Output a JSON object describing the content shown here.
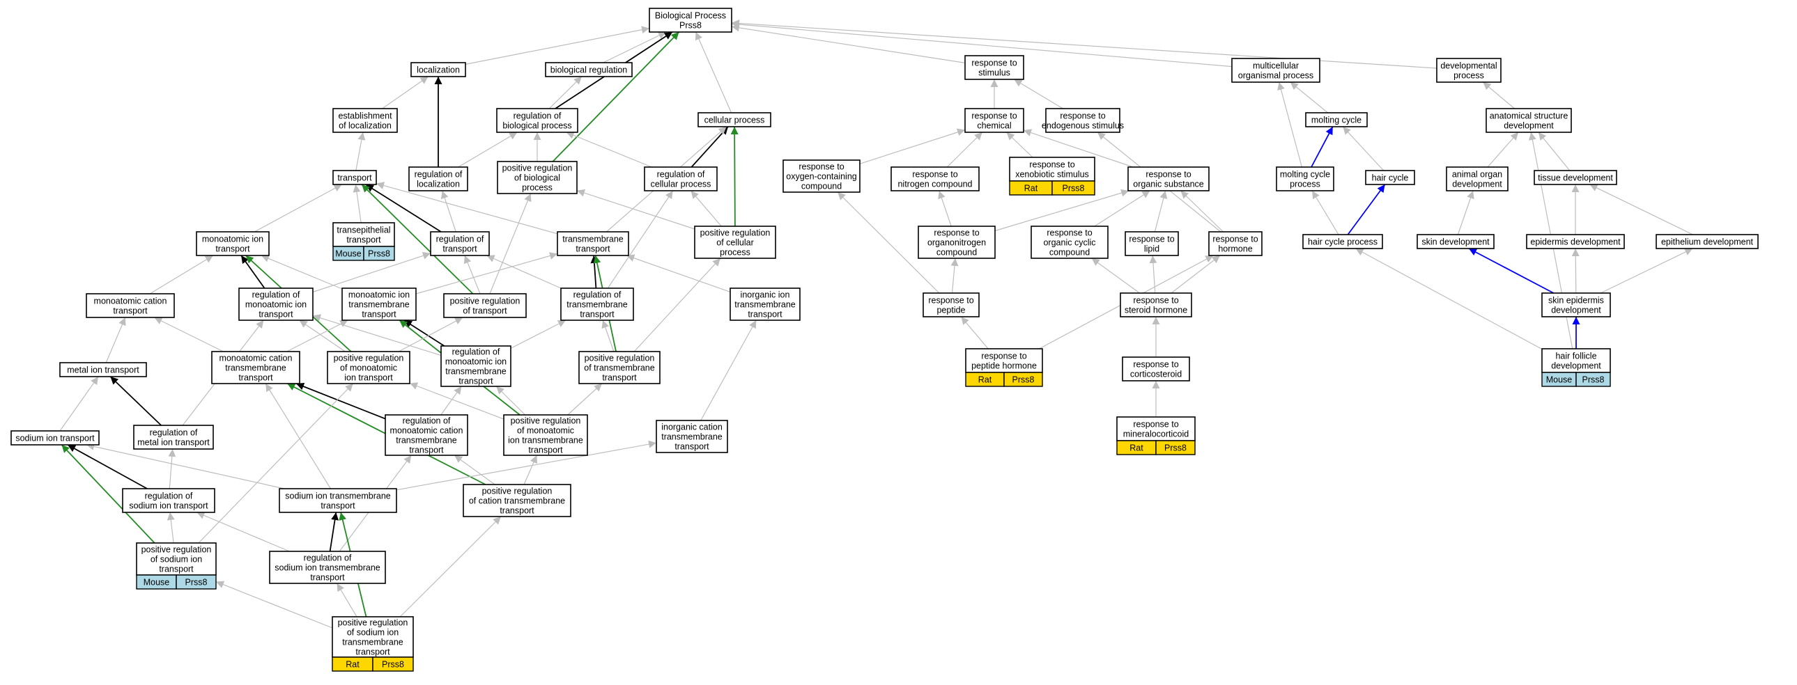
{
  "colors": {
    "edge_default": "#bdbdbd",
    "edge_black": "#000000",
    "edge_green": "#228b22",
    "edge_blue": "#0000ff",
    "badge_mouse": "#add8e6",
    "badge_rat": "#ffd700"
  },
  "nodes": [
    {
      "id": "bp",
      "lines": [
        "Biological Process",
        "Prss8"
      ]
    },
    {
      "id": "loc",
      "lines": [
        "localization"
      ]
    },
    {
      "id": "bioreg",
      "lines": [
        "biological regulation"
      ]
    },
    {
      "id": "est",
      "lines": [
        "establishment",
        "of localization"
      ]
    },
    {
      "id": "regbp",
      "lines": [
        "regulation of",
        "biological process"
      ]
    },
    {
      "id": "cellproc",
      "lines": [
        "cellular process"
      ]
    },
    {
      "id": "regloc",
      "lines": [
        "regulation of",
        "localization"
      ]
    },
    {
      "id": "posregbp",
      "lines": [
        "positive regulation",
        "of biological",
        "process"
      ]
    },
    {
      "id": "regcp",
      "lines": [
        "regulation of",
        "cellular process"
      ]
    },
    {
      "id": "transport",
      "lines": [
        "transport"
      ]
    },
    {
      "id": "transep",
      "lines": [
        "transepithelial",
        "transport"
      ],
      "badges": [
        {
          "species": "Mouse",
          "gene": "Prss8"
        }
      ]
    },
    {
      "id": "regtr",
      "lines": [
        "regulation of",
        "transport"
      ]
    },
    {
      "id": "tmtr",
      "lines": [
        "transmembrane",
        "transport"
      ]
    },
    {
      "id": "posregcp",
      "lines": [
        "positive regulation",
        "of cellular",
        "process"
      ]
    },
    {
      "id": "monoion",
      "lines": [
        "monoatomic ion",
        "transport"
      ]
    },
    {
      "id": "regmonoion",
      "lines": [
        "regulation of",
        "monoatomic ion",
        "transport"
      ]
    },
    {
      "id": "monoiontm",
      "lines": [
        "monoatomic ion",
        "transmembrane",
        "transport"
      ]
    },
    {
      "id": "posregtr",
      "lines": [
        "positive regulation",
        "of transport"
      ]
    },
    {
      "id": "regtmtr",
      "lines": [
        "regulation of",
        "transmembrane",
        "transport"
      ]
    },
    {
      "id": "inorgion",
      "lines": [
        "inorganic ion",
        "transmembrane",
        "transport"
      ]
    },
    {
      "id": "monocat",
      "lines": [
        "monoatomic cation",
        "transport"
      ]
    },
    {
      "id": "metalion",
      "lines": [
        "metal ion transport"
      ]
    },
    {
      "id": "monocattm",
      "lines": [
        "monoatomic cation",
        "transmembrane",
        "transport"
      ]
    },
    {
      "id": "posregmonoion",
      "lines": [
        "positive regulation",
        "of monoatomic",
        "ion transport"
      ]
    },
    {
      "id": "regmonoiontm",
      "lines": [
        "regulation of",
        "monoatomic ion",
        "transmembrane",
        "transport"
      ]
    },
    {
      "id": "posregtmtr",
      "lines": [
        "positive regulation",
        "of transmembrane",
        "transport"
      ]
    },
    {
      "id": "sodium",
      "lines": [
        "sodium ion transport"
      ]
    },
    {
      "id": "regmetal",
      "lines": [
        "regulation of",
        "metal ion transport"
      ]
    },
    {
      "id": "regmonocattm",
      "lines": [
        "regulation of",
        "monoatomic cation",
        "transmembrane",
        "transport"
      ]
    },
    {
      "id": "posregmonoiontm",
      "lines": [
        "positive regulation",
        "of monoatomic",
        "ion transmembrane",
        "transport"
      ]
    },
    {
      "id": "inorgcat",
      "lines": [
        "inorganic cation",
        "transmembrane",
        "transport"
      ]
    },
    {
      "id": "regsodium",
      "lines": [
        "regulation of",
        "sodium ion transport"
      ]
    },
    {
      "id": "sodiumtm",
      "lines": [
        "sodium ion transmembrane",
        "transport"
      ]
    },
    {
      "id": "posregcattm",
      "lines": [
        "positive regulation",
        "of cation transmembrane",
        "transport"
      ]
    },
    {
      "id": "posregsodium",
      "lines": [
        "positive regulation",
        "of sodium ion",
        "transport"
      ],
      "badges": [
        {
          "species": "Mouse",
          "gene": "Prss8"
        }
      ]
    },
    {
      "id": "regsodiumtm",
      "lines": [
        "regulation of",
        "sodium ion transmembrane",
        "transport"
      ]
    },
    {
      "id": "posregsodiumtm",
      "lines": [
        "positive regulation",
        "of sodium ion",
        "transmembrane",
        "transport"
      ],
      "badges": [
        {
          "species": "Rat",
          "gene": "Prss8"
        }
      ]
    },
    {
      "id": "stim",
      "lines": [
        "response to",
        "stimulus"
      ]
    },
    {
      "id": "chem",
      "lines": [
        "response to",
        "chemical"
      ]
    },
    {
      "id": "endo",
      "lines": [
        "response to",
        "endogenous stimulus"
      ]
    },
    {
      "id": "oxy",
      "lines": [
        "response to",
        "oxygen-containing",
        "compound"
      ]
    },
    {
      "id": "nitro",
      "lines": [
        "response to",
        "nitrogen compound"
      ]
    },
    {
      "id": "xeno",
      "lines": [
        "response to",
        "xenobiotic stimulus"
      ],
      "badges": [
        {
          "species": "Rat",
          "gene": "Prss8"
        }
      ]
    },
    {
      "id": "orgsub",
      "lines": [
        "response to",
        "organic substance"
      ]
    },
    {
      "id": "organonitro",
      "lines": [
        "response to",
        "organonitrogen",
        "compound"
      ]
    },
    {
      "id": "orgcyclic",
      "lines": [
        "response to",
        "organic cyclic",
        "compound"
      ]
    },
    {
      "id": "lipid",
      "lines": [
        "response to",
        "lipid"
      ]
    },
    {
      "id": "hormone",
      "lines": [
        "response to",
        "hormone"
      ]
    },
    {
      "id": "peptide",
      "lines": [
        "response to",
        "peptide"
      ]
    },
    {
      "id": "steroid",
      "lines": [
        "response to",
        "steroid hormone"
      ]
    },
    {
      "id": "pephormone",
      "lines": [
        "response to",
        "peptide hormone"
      ],
      "badges": [
        {
          "species": "Rat",
          "gene": "Prss8"
        }
      ]
    },
    {
      "id": "cortico",
      "lines": [
        "response to",
        "corticosteroid"
      ]
    },
    {
      "id": "mineralo",
      "lines": [
        "response to",
        "mineralocorticoid"
      ],
      "badges": [
        {
          "species": "Rat",
          "gene": "Prss8"
        }
      ]
    },
    {
      "id": "multi",
      "lines": [
        "multicellular",
        "organismal process"
      ]
    },
    {
      "id": "devproc",
      "lines": [
        "developmental",
        "process"
      ]
    },
    {
      "id": "molting",
      "lines": [
        "molting cycle"
      ]
    },
    {
      "id": "anatomical",
      "lines": [
        "anatomical structure",
        "development"
      ]
    },
    {
      "id": "moltproc",
      "lines": [
        "molting cycle",
        "process"
      ]
    },
    {
      "id": "haircycle",
      "lines": [
        "hair cycle"
      ]
    },
    {
      "id": "organdev",
      "lines": [
        "animal organ",
        "development"
      ]
    },
    {
      "id": "tissue",
      "lines": [
        "tissue development"
      ]
    },
    {
      "id": "haircycproc",
      "lines": [
        "hair cycle process"
      ]
    },
    {
      "id": "skin",
      "lines": [
        "skin development"
      ]
    },
    {
      "id": "epidermis",
      "lines": [
        "epidermis development"
      ]
    },
    {
      "id": "epithelium",
      "lines": [
        "epithelium development"
      ]
    },
    {
      "id": "skinepi",
      "lines": [
        "skin epidermis",
        "development"
      ]
    },
    {
      "id": "hairfoll",
      "lines": [
        "hair follicle",
        "development"
      ],
      "badges": [
        {
          "species": "Mouse",
          "gene": "Prss8"
        }
      ]
    }
  ],
  "edges": [
    [
      "loc",
      "bp",
      "default"
    ],
    [
      "bioreg",
      "bp",
      "default"
    ],
    [
      "regbp",
      "bp",
      "black"
    ],
    [
      "posregbp",
      "bp",
      "green"
    ],
    [
      "cellproc",
      "bp",
      "default"
    ],
    [
      "stim",
      "bp",
      "default"
    ],
    [
      "multi",
      "bp",
      "default"
    ],
    [
      "devproc",
      "bp",
      "default"
    ],
    [
      "est",
      "loc",
      "default"
    ],
    [
      "regloc",
      "loc",
      "black"
    ],
    [
      "regbp",
      "bioreg",
      "default"
    ],
    [
      "regloc",
      "regbp",
      "default"
    ],
    [
      "posregbp",
      "regbp",
      "default"
    ],
    [
      "regcp",
      "regbp",
      "default"
    ],
    [
      "regcp",
      "cellproc",
      "black"
    ],
    [
      "posregcp",
      "cellproc",
      "green"
    ],
    [
      "tmtr",
      "cellproc",
      "default"
    ],
    [
      "transport",
      "est",
      "default"
    ],
    [
      "regtr",
      "regloc",
      "default"
    ],
    [
      "posregcp",
      "posregbp",
      "default"
    ],
    [
      "posregtr",
      "posregbp",
      "default"
    ],
    [
      "regtmtr",
      "regcp",
      "default"
    ],
    [
      "posregcp",
      "regcp",
      "default"
    ],
    [
      "transep",
      "transport",
      "default"
    ],
    [
      "regtr",
      "transport",
      "black"
    ],
    [
      "monoion",
      "transport",
      "default"
    ],
    [
      "tmtr",
      "transport",
      "default"
    ],
    [
      "posregtr",
      "transport",
      "green"
    ],
    [
      "regmonoion",
      "regtr",
      "default"
    ],
    [
      "posregtr",
      "regtr",
      "default"
    ],
    [
      "regtmtr",
      "regtr",
      "default"
    ],
    [
      "regtmtr",
      "tmtr",
      "black"
    ],
    [
      "posregtmtr",
      "tmtr",
      "green"
    ],
    [
      "monoiontm",
      "tmtr",
      "default"
    ],
    [
      "inorgion",
      "tmtr",
      "default"
    ],
    [
      "posregtmtr",
      "posregcp",
      "default"
    ],
    [
      "monocat",
      "monoion",
      "default"
    ],
    [
      "regmonoion",
      "monoion",
      "black"
    ],
    [
      "posregmonoion",
      "monoion",
      "green"
    ],
    [
      "monoiontm",
      "monoion",
      "default"
    ],
    [
      "posregmonoion",
      "regmonoion",
      "default"
    ],
    [
      "regmonoiontm",
      "regmonoion",
      "default"
    ],
    [
      "regmetal",
      "regmonoion",
      "default"
    ],
    [
      "regmonoiontm",
      "monoiontm",
      "black"
    ],
    [
      "posregmonoiontm",
      "monoiontm",
      "green"
    ],
    [
      "monocattm",
      "monoiontm",
      "default"
    ],
    [
      "posregmonoion",
      "posregtr",
      "default"
    ],
    [
      "posregtmtr",
      "regtmtr",
      "default"
    ],
    [
      "regmonoiontm",
      "regtmtr",
      "default"
    ],
    [
      "inorgcat",
      "inorgion",
      "default"
    ],
    [
      "metalion",
      "monocat",
      "default"
    ],
    [
      "monocattm",
      "monocat",
      "default"
    ],
    [
      "sodium",
      "metalion",
      "default"
    ],
    [
      "regmetal",
      "metalion",
      "black"
    ],
    [
      "regmonocattm",
      "monocattm",
      "black"
    ],
    [
      "posregcattm",
      "monocattm",
      "green"
    ],
    [
      "sodiumtm",
      "monocattm",
      "default"
    ],
    [
      "posregsodium",
      "posregmonoion",
      "default"
    ],
    [
      "posregmonoiontm",
      "posregmonoion",
      "default"
    ],
    [
      "regmonocattm",
      "regmonoiontm",
      "default"
    ],
    [
      "posregmonoiontm",
      "regmonoiontm",
      "default"
    ],
    [
      "posregmonoiontm",
      "posregtmtr",
      "default"
    ],
    [
      "regsodium",
      "sodium",
      "black"
    ],
    [
      "posregsodium",
      "sodium",
      "green"
    ],
    [
      "sodiumtm",
      "sodium",
      "default"
    ],
    [
      "regsodium",
      "regmetal",
      "default"
    ],
    [
      "regsodiumtm",
      "regmonocattm",
      "default"
    ],
    [
      "posregcattm",
      "regmonocattm",
      "default"
    ],
    [
      "posregcattm",
      "posregmonoiontm",
      "default"
    ],
    [
      "sodiumtm",
      "inorgcat",
      "default"
    ],
    [
      "posregsodium",
      "regsodium",
      "default"
    ],
    [
      "regsodiumtm",
      "regsodium",
      "default"
    ],
    [
      "regsodiumtm",
      "sodiumtm",
      "black"
    ],
    [
      "posregsodiumtm",
      "sodiumtm",
      "green"
    ],
    [
      "posregsodiumtm",
      "posregcattm",
      "default"
    ],
    [
      "posregsodiumtm",
      "posregsodium",
      "default"
    ],
    [
      "posregsodiumtm",
      "regsodiumtm",
      "default"
    ],
    [
      "chem",
      "stim",
      "default"
    ],
    [
      "endo",
      "stim",
      "default"
    ],
    [
      "oxy",
      "chem",
      "default"
    ],
    [
      "nitro",
      "chem",
      "default"
    ],
    [
      "xeno",
      "chem",
      "default"
    ],
    [
      "orgsub",
      "chem",
      "default"
    ],
    [
      "hormone",
      "endo",
      "default"
    ],
    [
      "organonitro",
      "nitro",
      "default"
    ],
    [
      "organonitro",
      "orgsub",
      "default"
    ],
    [
      "orgcyclic",
      "orgsub",
      "default"
    ],
    [
      "lipid",
      "orgsub",
      "default"
    ],
    [
      "hormone",
      "orgsub",
      "default"
    ],
    [
      "peptide",
      "oxy",
      "default"
    ],
    [
      "peptide",
      "organonitro",
      "default"
    ],
    [
      "steroid",
      "orgcyclic",
      "default"
    ],
    [
      "steroid",
      "lipid",
      "default"
    ],
    [
      "steroid",
      "hormone",
      "default"
    ],
    [
      "pephormone",
      "peptide",
      "default"
    ],
    [
      "pephormone",
      "hormone",
      "default"
    ],
    [
      "cortico",
      "steroid",
      "default"
    ],
    [
      "mineralo",
      "cortico",
      "default"
    ],
    [
      "molting",
      "multi",
      "default"
    ],
    [
      "moltproc",
      "multi",
      "default"
    ],
    [
      "anatomical",
      "devproc",
      "default"
    ],
    [
      "moltproc",
      "molting",
      "blue"
    ],
    [
      "haircycle",
      "molting",
      "default"
    ],
    [
      "organdev",
      "anatomical",
      "default"
    ],
    [
      "tissue",
      "anatomical",
      "default"
    ],
    [
      "hairfoll",
      "anatomical",
      "default"
    ],
    [
      "haircycproc",
      "moltproc",
      "default"
    ],
    [
      "haircycproc",
      "haircycle",
      "blue"
    ],
    [
      "skin",
      "organdev",
      "default"
    ],
    [
      "epidermis",
      "tissue",
      "default"
    ],
    [
      "epithelium",
      "tissue",
      "default"
    ],
    [
      "hairfoll",
      "haircycproc",
      "default"
    ],
    [
      "skinepi",
      "skin",
      "blue"
    ],
    [
      "skinepi",
      "epidermis",
      "default"
    ],
    [
      "skinepi",
      "epithelium",
      "default"
    ],
    [
      "hairfoll",
      "skinepi",
      "blue"
    ]
  ]
}
